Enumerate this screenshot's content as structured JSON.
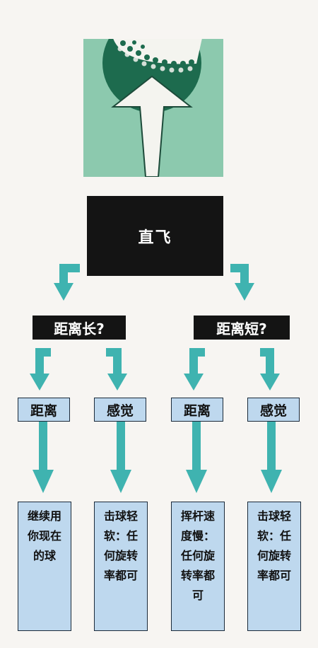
{
  "colors": {
    "arrow": "#3fb3b0",
    "dark_box": "#141414",
    "light_box": "#bed8ee",
    "icon_background": "#8cc9ae",
    "icon_dark": "#1d6b4e"
  },
  "icon": {
    "name": "golf-ball-up-arrow-icon"
  },
  "root": {
    "label": "直飞"
  },
  "branches": [
    {
      "question": "距离长?",
      "options": [
        {
          "label": "距离",
          "advice": "继续用你现在的球"
        },
        {
          "label": "感觉",
          "advice": "击球轻软：任何旋转率都可"
        }
      ]
    },
    {
      "question": "距离短?",
      "options": [
        {
          "label": "距离",
          "advice": "挥杆速度慢：任何旋转率都可"
        },
        {
          "label": "感觉",
          "advice": "击球轻软：任何旋转率都可"
        }
      ]
    }
  ]
}
